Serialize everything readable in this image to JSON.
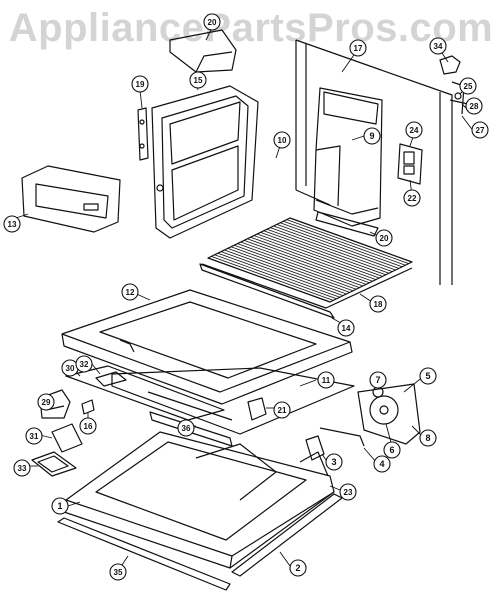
{
  "watermark": {
    "text": "AppliancePartsPros.com"
  },
  "callouts": [
    {
      "id": "c1",
      "label": "1"
    },
    {
      "id": "c2",
      "label": "2"
    },
    {
      "id": "c3",
      "label": "3"
    },
    {
      "id": "c4",
      "label": "4"
    },
    {
      "id": "c5",
      "label": "5"
    },
    {
      "id": "c6",
      "label": "6"
    },
    {
      "id": "c7",
      "label": "7"
    },
    {
      "id": "c8",
      "label": "8"
    },
    {
      "id": "c9",
      "label": "9"
    },
    {
      "id": "c10",
      "label": "10"
    },
    {
      "id": "c11",
      "label": "11"
    },
    {
      "id": "c12",
      "label": "12"
    },
    {
      "id": "c13",
      "label": "13"
    },
    {
      "id": "c14",
      "label": "14"
    },
    {
      "id": "c15",
      "label": "15"
    },
    {
      "id": "c16",
      "label": "16"
    },
    {
      "id": "c17",
      "label": "17"
    },
    {
      "id": "c18",
      "label": "18"
    },
    {
      "id": "c19",
      "label": "19"
    },
    {
      "id": "c20a",
      "label": "20"
    },
    {
      "id": "c20b",
      "label": "20"
    },
    {
      "id": "c21",
      "label": "21"
    },
    {
      "id": "c22",
      "label": "22"
    },
    {
      "id": "c23",
      "label": "23"
    },
    {
      "id": "c24",
      "label": "24"
    },
    {
      "id": "c25",
      "label": "25"
    },
    {
      "id": "c27",
      "label": "27"
    },
    {
      "id": "c28",
      "label": "28"
    },
    {
      "id": "c29",
      "label": "29"
    },
    {
      "id": "c30",
      "label": "30"
    },
    {
      "id": "c31",
      "label": "31"
    },
    {
      "id": "c32",
      "label": "32"
    },
    {
      "id": "c33",
      "label": "33"
    },
    {
      "id": "c34",
      "label": "34"
    },
    {
      "id": "c35",
      "label": "35"
    },
    {
      "id": "c36",
      "label": "36"
    }
  ],
  "colors": {
    "line": "#111111",
    "watermark": "#d4d4d4",
    "background": "#ffffff"
  }
}
